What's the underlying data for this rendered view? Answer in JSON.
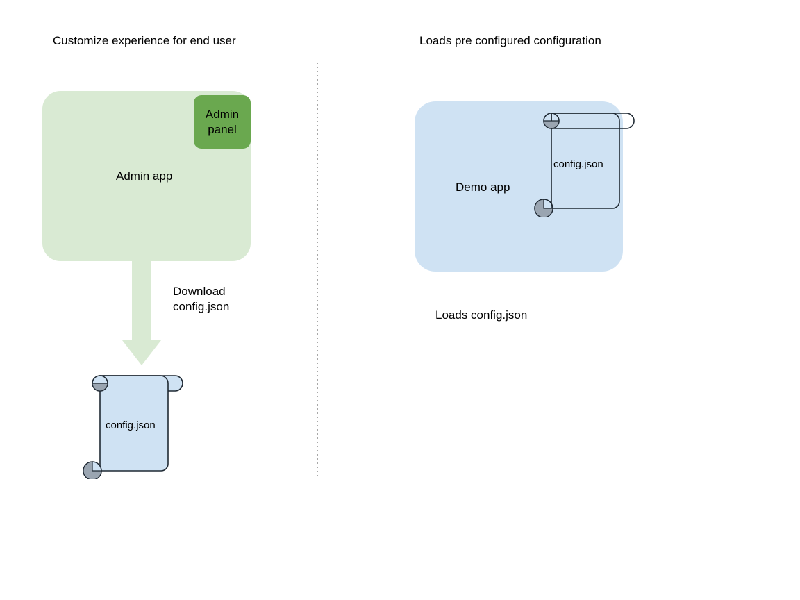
{
  "diagram": {
    "title_left": "Customize experience for end user",
    "title_right": "Loads pre configured configuration",
    "colors": {
      "app_green": "#d9ead3",
      "badge_green": "#6aa84f",
      "app_blue": "#cfe2f3",
      "arrow_green": "#d9ead3",
      "scroll_fill": "#cfe2f3",
      "scroll_stroke": "#1f2933",
      "scroll_curl": "#9aa5b1",
      "divider": "#a8a8a8",
      "background": "#ffffff"
    }
  },
  "left_column": {
    "heading": "Customize experience for end user",
    "app_box": {
      "label": "Admin app",
      "badge": {
        "line1": "Admin",
        "line2": "panel",
        "text": "Admin panel"
      }
    },
    "arrow": {
      "label_line1": "Download",
      "label_line2": "config.json",
      "direction": "down"
    },
    "document": {
      "label": "config.json",
      "icon": "scroll-document-icon"
    }
  },
  "right_column": {
    "heading": "Loads pre configured configuration",
    "app_box": {
      "label": "Demo app"
    },
    "document": {
      "label": "config.json",
      "icon": "scroll-document-icon"
    },
    "caption": "Loads config.json"
  }
}
